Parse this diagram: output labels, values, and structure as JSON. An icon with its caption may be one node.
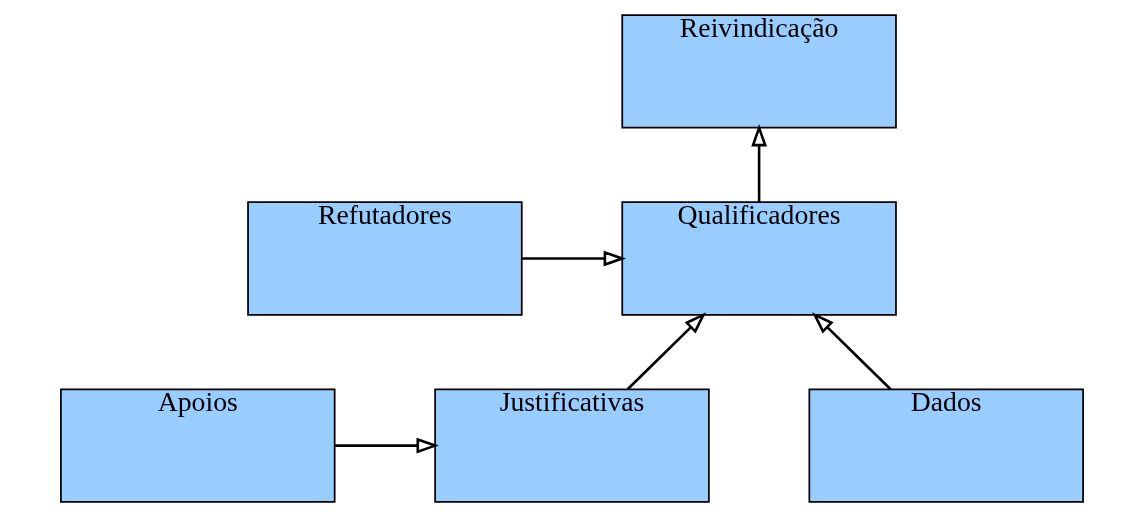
{
  "diagram": {
    "nodes": [
      {
        "text": [
          "Reivindicação"
        ]
      },
      {
        "text": [
          "Qualificadores"
        ]
      },
      {
        "text": [
          "Refutadores"
        ]
      },
      {
        "text": [
          "Apoios"
        ]
      },
      {
        "text": [
          "Justificativas"
        ]
      },
      {
        "text": [
          "Dados"
        ]
      }
    ],
    "edges": [
      {
        "from": 1,
        "to": 0,
        "arrow": "to"
      },
      {
        "from": 2,
        "to": 1,
        "arrow": "to"
      },
      {
        "from": 3,
        "to": 4,
        "arrow": "to"
      },
      {
        "from": 4,
        "to": 1,
        "arrow": "to"
      },
      {
        "from": 5,
        "to": 1,
        "arrow": "to"
      }
    ]
  }
}
